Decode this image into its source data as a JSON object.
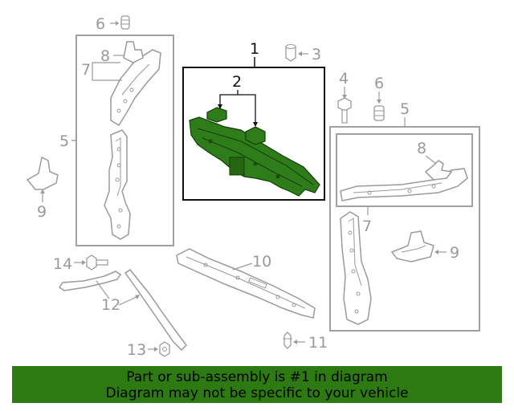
{
  "callouts": {
    "c1": "1",
    "c2": "2",
    "c3": "3",
    "c4": "4",
    "c5_left": "5",
    "c5_right": "5",
    "c6_top": "6",
    "c6_right": "6",
    "c7_left": "7",
    "c7_right": "7",
    "c8_left": "8",
    "c8_right": "8",
    "c9_left": "9",
    "c9_right": "9",
    "c10": "10",
    "c11": "11",
    "c12": "12",
    "c13": "13",
    "c14": "14"
  },
  "banner": {
    "line1": "Part or sub-assembly is #1 in diagram",
    "line2": "Diagram may not be specific to your vehicle"
  },
  "colors": {
    "highlight_part": "#2f7d1a",
    "line_art": "#9a9a9a",
    "banner_bg": "#2d7a12"
  }
}
